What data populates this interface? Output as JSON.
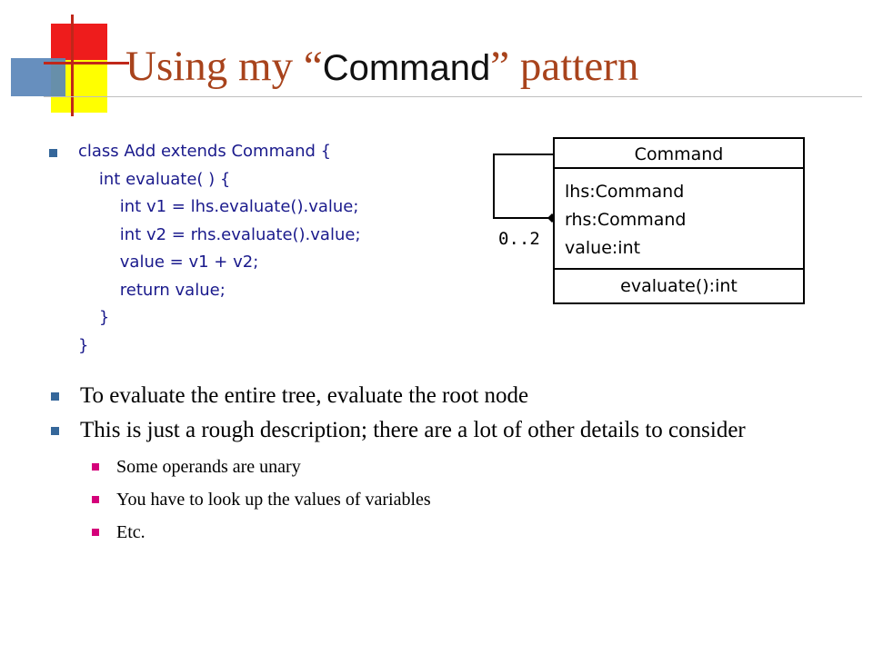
{
  "slide": {
    "title_prefix": "Using my “",
    "title_keyword": "Command",
    "title_suffix": "” pattern"
  },
  "code_lines": [
    "class Add extends Command {",
    "    int evaluate( ) {",
    "        int v1 = lhs.evaluate().value;",
    "        int v2 = rhs.evaluate().value;",
    "        value = v1 + v2;",
    "        return value;",
    "    }",
    "}"
  ],
  "bullets": [
    "To evaluate the entire tree, evaluate the root node",
    "This is just a rough description; there are a lot of other details to consider"
  ],
  "sub_bullets": [
    "Some operands are unary",
    "You have to look up the values of variables",
    "Etc."
  ],
  "uml": {
    "class_name": "Command",
    "attributes": [
      "lhs:Command",
      "rhs:Command",
      "value:int"
    ],
    "operation": "evaluate():int",
    "multiplicity": "0..2"
  },
  "colors": {
    "title": "#a8431c",
    "code": "#1a1a8c",
    "bullet_main": "#35679a",
    "bullet_sub": "#d4007a"
  }
}
